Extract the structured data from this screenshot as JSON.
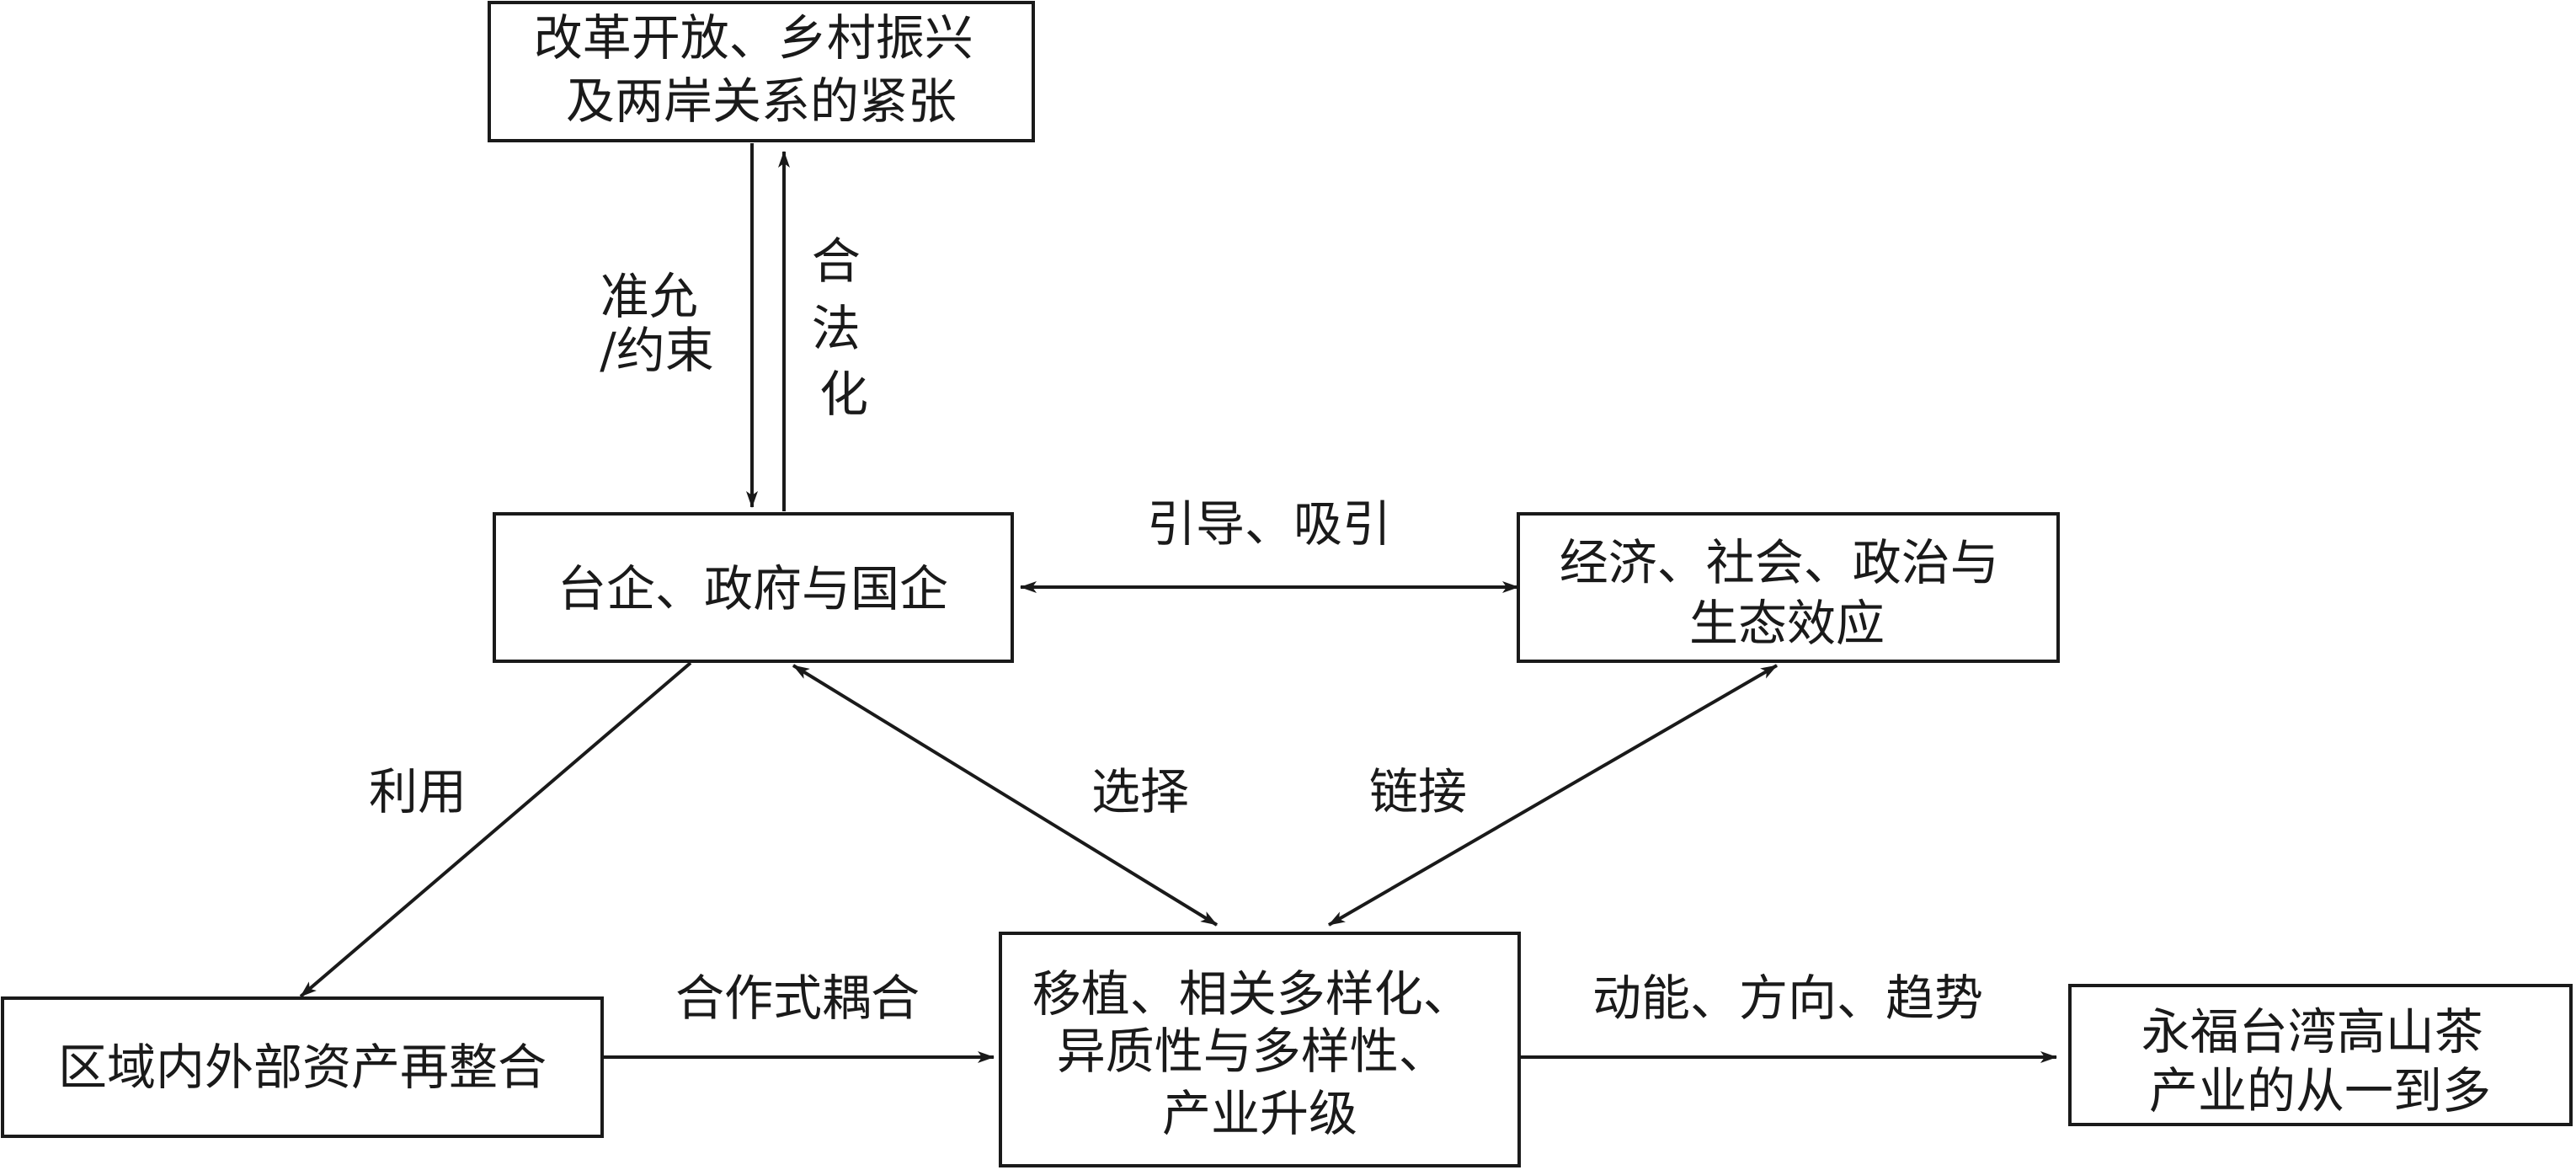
{
  "nodes": {
    "context": {
      "lines": [
        "改革开放、乡村振兴",
        "及两岸关系的紧张"
      ]
    },
    "actors": {
      "lines": [
        "台企、政府与国企"
      ]
    },
    "effects": {
      "lines": [
        "经济、社会、政治与",
        "生态效应"
      ]
    },
    "assets": {
      "lines": [
        "区域内外部资产再整合"
      ]
    },
    "process": {
      "lines": [
        "移植、相关多样化、",
        "异质性与多样性、",
        "产业升级"
      ]
    },
    "outcome": {
      "lines": [
        "永福台湾高山茶",
        "产业的从一到多"
      ]
    }
  },
  "edges": {
    "context_to_actors": {
      "lines": [
        "准允",
        "/约束"
      ]
    },
    "actors_to_context": {
      "lines": [
        "合",
        "法",
        "化"
      ]
    },
    "actors_effects": {
      "lines": [
        "引导、吸引"
      ]
    },
    "actors_to_assets": {
      "lines": [
        "利用"
      ]
    },
    "actors_process": {
      "lines": [
        "选择"
      ]
    },
    "effects_process": {
      "lines": [
        "链接"
      ]
    },
    "assets_to_process": {
      "lines": [
        "合作式耦合"
      ]
    },
    "process_to_outcome": {
      "lines": [
        "动能、方向、趋势"
      ]
    }
  }
}
